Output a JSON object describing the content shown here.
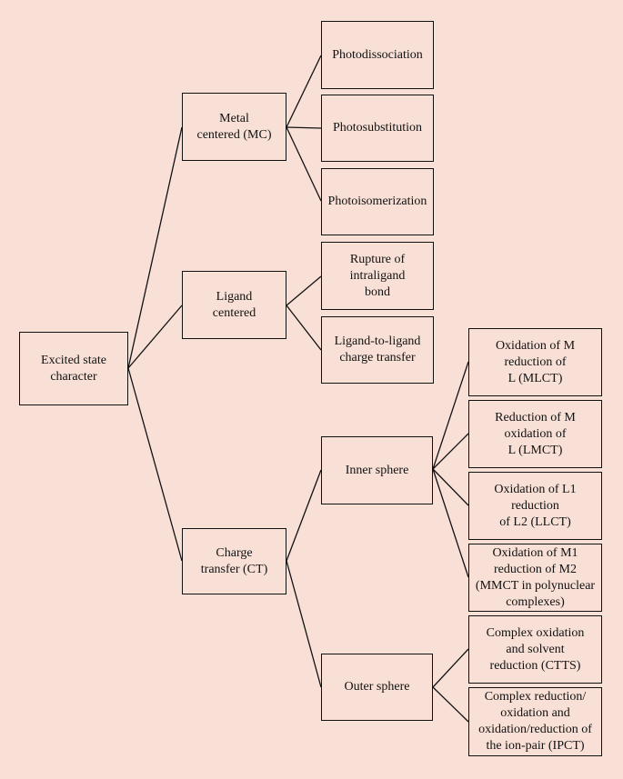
{
  "diagram": {
    "root": "Excited state\ncharacter",
    "mc": "Metal\ncentered (MC)",
    "mc_children": [
      "Photodissociation",
      "Photosubstitution",
      "Photoisomerization"
    ],
    "lc": "Ligand\ncentered",
    "lc_children": [
      "Rupture of\nintraligand\nbond",
      "Ligand-to-ligand\ncharge transfer"
    ],
    "ct": "Charge\ntransfer (CT)",
    "inner": "Inner sphere",
    "inner_children": [
      "Oxidation of M\nreduction of\nL (MLCT)",
      "Reduction of M\noxidation of\nL (LMCT)",
      "Oxidation of L1\nreduction\nof L2 (LLCT)",
      "Oxidation of M1\nreduction of M2\n(MMCT in polynuclear\ncomplexes)"
    ],
    "outer": "Outer sphere",
    "outer_children": [
      "Complex oxidation\nand solvent\nreduction (CTTS)",
      "Complex reduction/\noxidation and\noxidation/reduction of\nthe ion-pair (IPCT)"
    ]
  }
}
